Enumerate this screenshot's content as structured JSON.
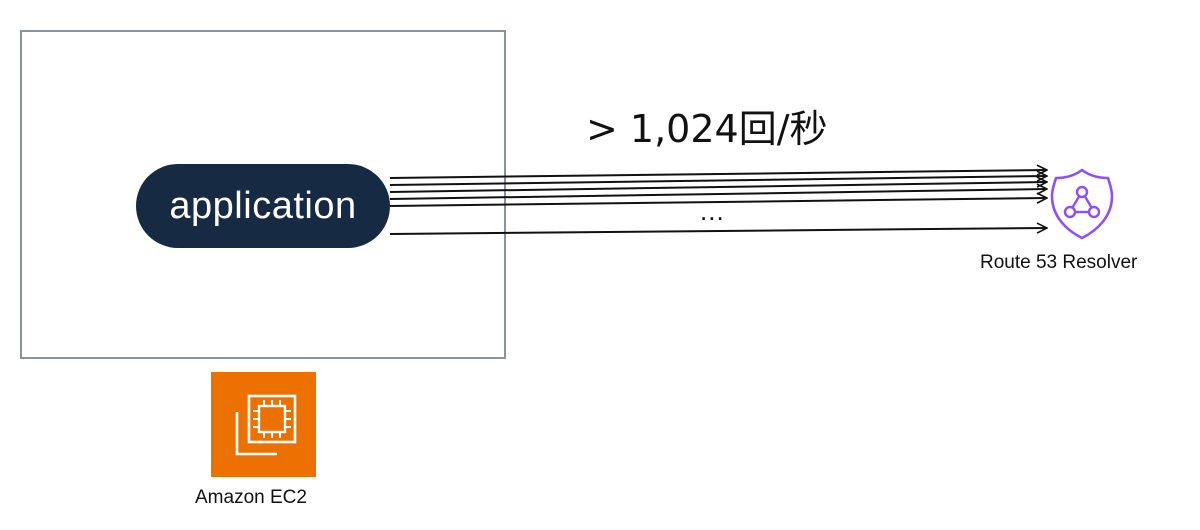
{
  "application_label": "application",
  "rate_label": "> 1,024回/秒",
  "ellipsis": "...",
  "resolver": {
    "label": "Route 53 Resolver",
    "icon": "route53-resolver-icon",
    "color": "#8c4fff"
  },
  "ec2": {
    "label": "Amazon EC2",
    "icon": "ec2-chip-icon",
    "color": "#ed7100"
  },
  "colors": {
    "app_pill": "#172a44",
    "box_border": "#8a929c"
  }
}
